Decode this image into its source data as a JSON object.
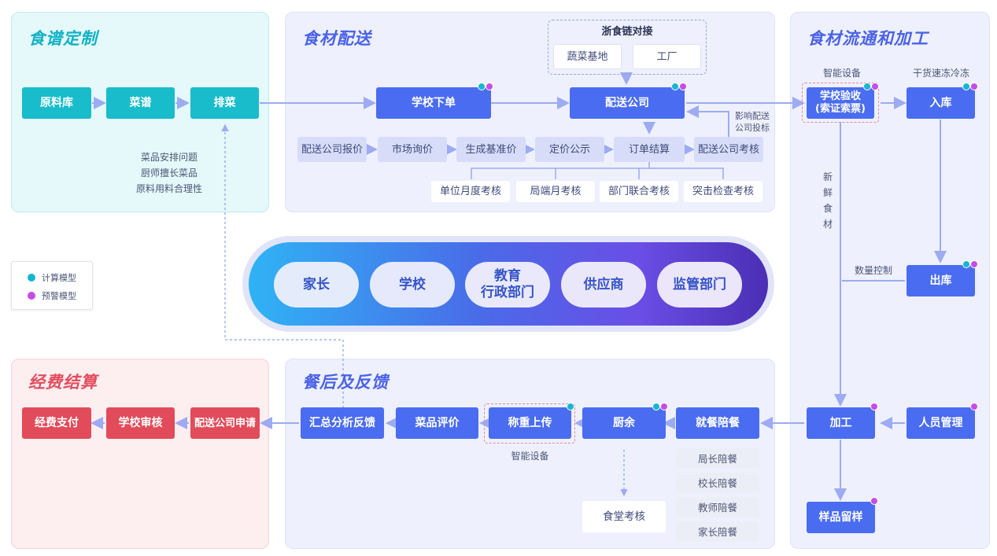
{
  "panels": {
    "recipe": "食谱定制",
    "delivery": "食材配送",
    "circulation": "食材流通和加工",
    "funding": "经费结算",
    "after_meal": "餐后及反馈"
  },
  "recipe": {
    "raw_store": "原料库",
    "menu": "菜谱",
    "schedule": "排菜",
    "notes": [
      "菜品安排问题",
      "厨师擅长菜品",
      "原料用料合理性"
    ]
  },
  "delivery": {
    "chain_title": "浙食链对接",
    "chain_items": [
      "蔬菜基地",
      "工厂"
    ],
    "school_order": "学校下单",
    "company": "配送公司",
    "steps": [
      "配送公司报价",
      "市场询价",
      "生成基准价",
      "定价公示",
      "订单结算",
      "配送公司考核"
    ],
    "side_note": [
      "影响配送",
      "公司投标"
    ],
    "assess": [
      "单位月度考核",
      "局端月考核",
      "部门联合考核",
      "突击检查考核"
    ]
  },
  "circulation": {
    "smart_device": "智能设备",
    "dry_goods": "干货速冻冷冻",
    "school_check": [
      "学校验收",
      "(索证索票)"
    ],
    "storage_in": "入库",
    "fresh": [
      "新",
      "鲜",
      "食",
      "材"
    ],
    "quantity": "数量控制",
    "storage_out": "出库",
    "process": "加工",
    "staff": "人员管理",
    "sample": "样品留样"
  },
  "stakeholders": [
    {
      "lines": [
        "家长"
      ]
    },
    {
      "lines": [
        "学校"
      ]
    },
    {
      "lines": [
        "教育",
        "行政部门"
      ]
    },
    {
      "lines": [
        "供应商"
      ]
    },
    {
      "lines": [
        "监管部门"
      ]
    }
  ],
  "legend": {
    "calc": "计算模型",
    "warn": "预警模型"
  },
  "funding": {
    "pay": "经费支付",
    "review": "学校审核",
    "apply": "配送公司申请"
  },
  "after_meal": {
    "summary": "汇总分析反馈",
    "rating": "菜品评价",
    "weigh": "称重上传",
    "smart_device": "智能设备",
    "leftover": "厨余",
    "accompany": "就餐陪餐",
    "canteen": "食堂考核",
    "accompany_list": [
      "局长陪餐",
      "校长陪餐",
      "教师陪餐",
      "家长陪餐"
    ]
  },
  "colors": {
    "teal": "#18bccb",
    "blue": "#4a6cf0",
    "red": "#e14b5a",
    "calc_dot": "#14b6d2",
    "warn_dot": "#c64de6"
  }
}
